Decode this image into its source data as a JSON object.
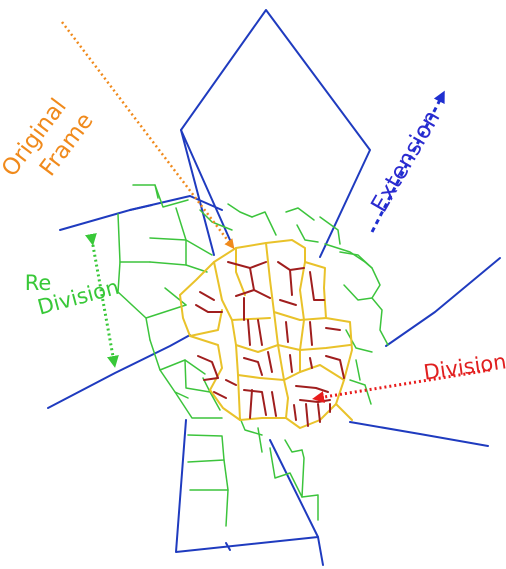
{
  "labels": {
    "original_frame_1": "Original",
    "original_frame_2": "Frame",
    "extension": "Extension",
    "re_division_1": "Re",
    "re_division_2": "Division",
    "division": "Division"
  },
  "colors": {
    "extension": "#1f3bbf",
    "original_frame": "#e9c22a",
    "division": "#a01e1e",
    "re_division": "#3cc43c",
    "arrow_original": "#f08a1c",
    "arrow_extension": "#1f2fd0",
    "arrow_re_division": "#38c838",
    "arrow_division": "#e81c1c",
    "label_original": "#f08a1c",
    "label_extension": "#2b2bd0",
    "label_re_division": "#38c838",
    "label_division": "#e02020"
  }
}
